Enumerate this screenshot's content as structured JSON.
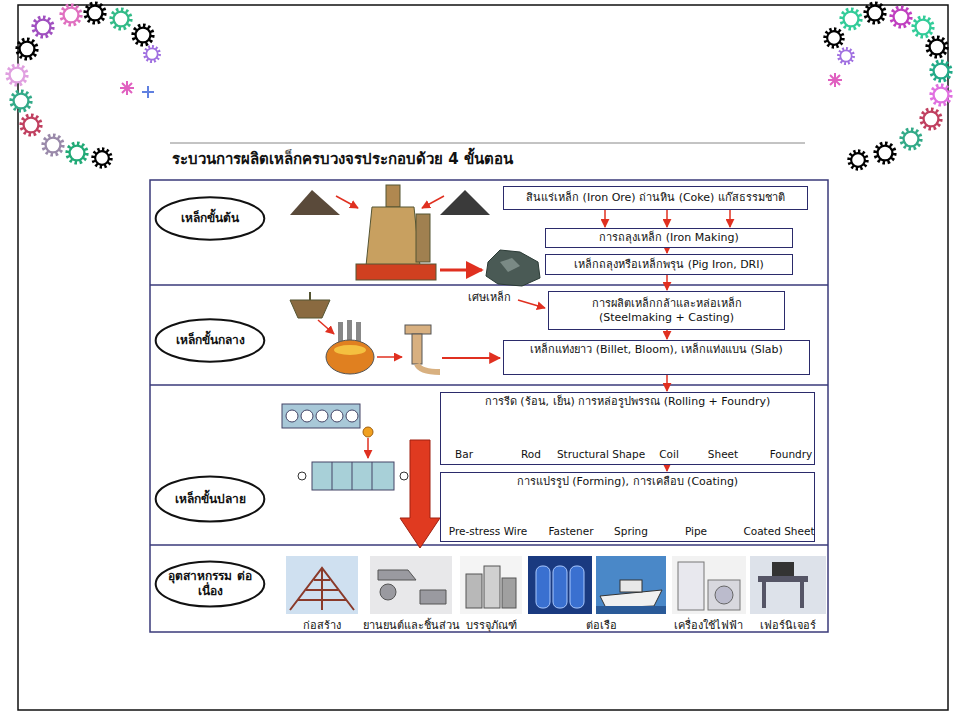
{
  "diagram": {
    "title": "ระบวนการผลิตเหล็กครบวงจรประกอบด้วย 4 ขั้นตอน",
    "nodes": [
      {
        "text": [
          "เหล็กขั้นต้น"
        ]
      },
      {
        "text": [
          "สินแร่เหล็ก (Iron Ore) ถ่านหิน (Coke) แก๊สธรรมชาติ"
        ]
      },
      {
        "text": [
          "การถลุงเหล็ก (Iron Making)"
        ]
      },
      {
        "text": [
          "เหล็กถลุงหรือเหล็กพรุน (Pig Iron, DRI)"
        ]
      },
      {
        "text": [
          "เหล็กขั้นกลาง"
        ]
      },
      {
        "text": [
          "การผลิตเหล็กกล้าและหล่อเหล็ก (Steelmaking + Casting)"
        ]
      },
      {
        "text": [
          "เหล็กแท่งยาว (Billet, Bloom), เหล็กแท่งแบน (Slab)"
        ]
      },
      {
        "text": [
          "เหล็กขั้นปลาย"
        ]
      },
      {
        "text": [
          "การรีด (ร้อน, เย็น) การหล่อรูปพรรณ (Rolling + Foundry)",
          "Bar",
          "Rod",
          "Structural Shape",
          "Coil",
          "Sheet",
          "Foundry"
        ]
      },
      {
        "text": [
          "การแปรรูป (Forming), การเคลือบ (Coating)",
          "Pre-stress Wire",
          "Fastener",
          "Spring",
          "Pipe",
          "Coated Sheet"
        ]
      },
      {
        "text": [
          "อุตสาหกรรม ต่อเนื่อง"
        ]
      }
    ],
    "edges": [
      {
        "from": 1,
        "to": 2,
        "arrow": "to"
      },
      {
        "from": 2,
        "to": 3,
        "arrow": "to"
      },
      {
        "from": 3,
        "to": 5,
        "arrow": "to"
      },
      {
        "from": 5,
        "to": 6,
        "arrow": "to"
      },
      {
        "from": 6,
        "to": 8,
        "arrow": "to"
      },
      {
        "from": 8,
        "to": 9,
        "arrow": "to"
      }
    ],
    "labels": [
      "เศษเหล็ก",
      "ก่อสร้าง",
      "ยานยนต์และชิ้นส่วน",
      "บรรจุภัณฑ์",
      "ต่อเรือ",
      "เครื่องใช้ไฟฟ้า",
      "เฟอร์นิเจอร์"
    ]
  }
}
